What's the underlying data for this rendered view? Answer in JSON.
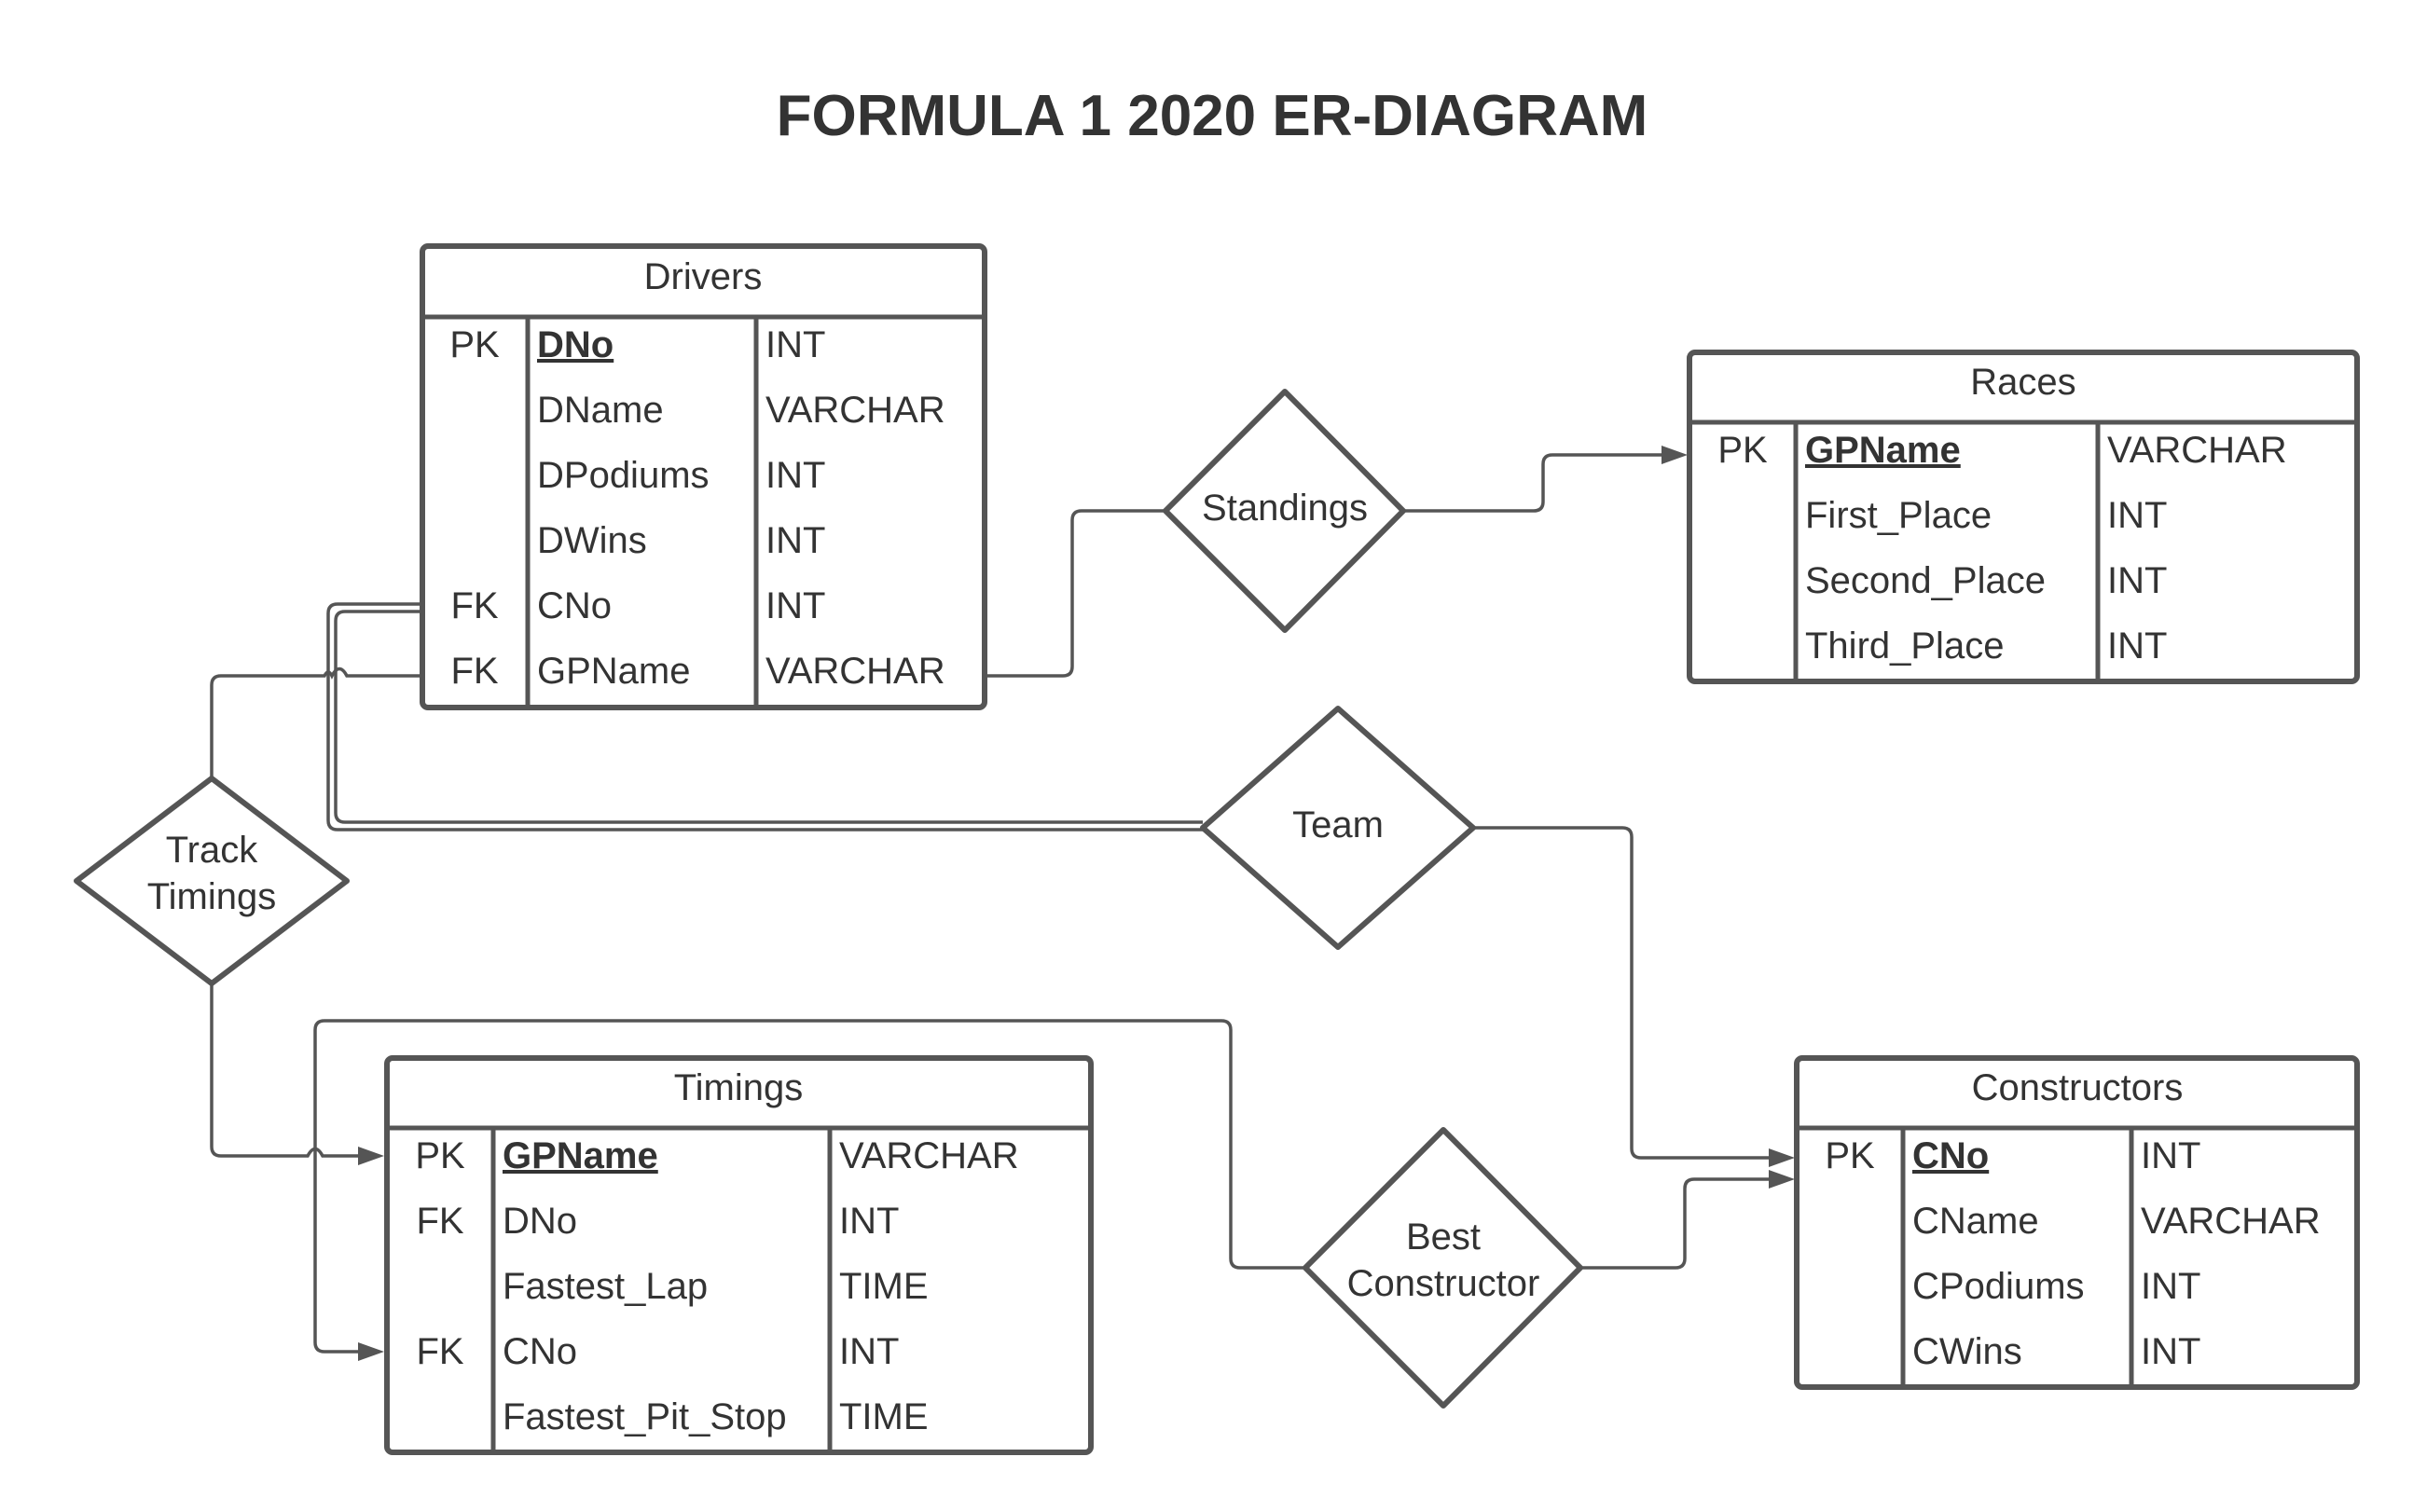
{
  "title": "FORMULA 1 2020 ER-DIAGRAM",
  "entities": {
    "drivers": {
      "name": "Drivers",
      "rows": [
        {
          "key": "PK",
          "name": "DNo",
          "type": "INT"
        },
        {
          "key": "",
          "name": "DName",
          "type": "VARCHAR"
        },
        {
          "key": "",
          "name": "DPodiums",
          "type": "INT"
        },
        {
          "key": "",
          "name": "DWins",
          "type": "INT"
        },
        {
          "key": "FK",
          "name": "CNo",
          "type": "INT"
        },
        {
          "key": "FK",
          "name": "GPName",
          "type": "VARCHAR"
        }
      ]
    },
    "races": {
      "name": "Races",
      "rows": [
        {
          "key": "PK",
          "name": "GPName",
          "type": "VARCHAR"
        },
        {
          "key": "",
          "name": "First_Place",
          "type": "INT"
        },
        {
          "key": "",
          "name": "Second_Place",
          "type": "INT"
        },
        {
          "key": "",
          "name": "Third_Place",
          "type": "INT"
        }
      ]
    },
    "timings": {
      "name": "Timings",
      "rows": [
        {
          "key": "PK",
          "name": "GPName",
          "type": "VARCHAR"
        },
        {
          "key": "FK",
          "name": "DNo",
          "type": "INT"
        },
        {
          "key": "",
          "name": "Fastest_Lap",
          "type": "TIME"
        },
        {
          "key": "FK",
          "name": "CNo",
          "type": "INT"
        },
        {
          "key": "",
          "name": "Fastest_Pit_Stop",
          "type": "TIME"
        }
      ]
    },
    "constructors": {
      "name": "Constructors",
      "rows": [
        {
          "key": "PK",
          "name": "CNo",
          "type": "INT"
        },
        {
          "key": "",
          "name": "CName",
          "type": "VARCHAR"
        },
        {
          "key": "",
          "name": "CPodiums",
          "type": "INT"
        },
        {
          "key": "",
          "name": "CWins",
          "type": "INT"
        }
      ]
    }
  },
  "relationships": {
    "standings": {
      "line1": "Standings",
      "line2": ""
    },
    "team": {
      "line1": "Team",
      "line2": ""
    },
    "track_timings": {
      "line1": "Track",
      "line2": "Timings"
    },
    "best_constructor": {
      "line1": "Best",
      "line2": "Constructor"
    }
  }
}
